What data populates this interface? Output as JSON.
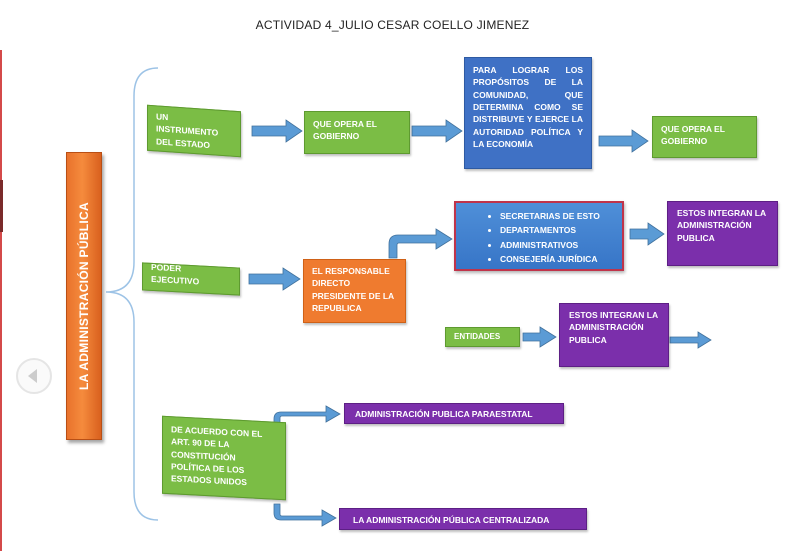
{
  "title": "ACTIVIDAD 4_JULIO CESAR COELLO JIMENEZ",
  "main_label": "LA ADMINISTRACIÓN PÚBLICA",
  "row1": {
    "instrumento": "UN INSTRUMENTO DEL ESTADO",
    "opera1": "QUE OPERA EL GOBIERNO",
    "proposito": "PARA LOGRAR LOS PROPÓSITOS DE LA COMUNIDAD, QUE DETERMINA COMO SE DISTRIBUYE Y EJERCE LA AUTORIDAD POLÍTICA Y LA ECONOMÍA",
    "opera2": "QUE OPERA EL GOBIERNO"
  },
  "row2": {
    "poder": "PODER EJECUTIVO",
    "responsable": "EL RESPONSABLE DIRECTO PRESIDENTE DE LA REPUBLICA",
    "list_items": [
      "SECRETARIAS DE ESTO",
      "DEPARTAMENTOS",
      "ADMINISTRATIVOS",
      "CONSEJERÍA JURÍDICA"
    ],
    "integran1": "ESTOS INTEGRAN LA ADMINISTRACIÓN PUBLICA",
    "entidades": "ENTIDADES",
    "integran2": "ESTOS INTEGRAN LA ADMINISTRACIÓN PUBLICA"
  },
  "row3": {
    "articulo": "DE ACUERDO CON EL ART. 90 DE LA CONSTITUCIÓN POLÍTICA DE LOS ESTADOS UNIDOS",
    "paraestatal": "ADMINISTRACIÓN PUBLICA PARAESTATAL",
    "centralizada": "LA ADMINISTRACIÓN PÚBLICA CENTRALIZADA"
  },
  "colors": {
    "green": "#7bbd45",
    "blue": "#3f71c5",
    "purple": "#7b2fab",
    "orange": "#ef7b2f",
    "arrow": "#5b9bd5",
    "brace": "#9dc3e6"
  }
}
